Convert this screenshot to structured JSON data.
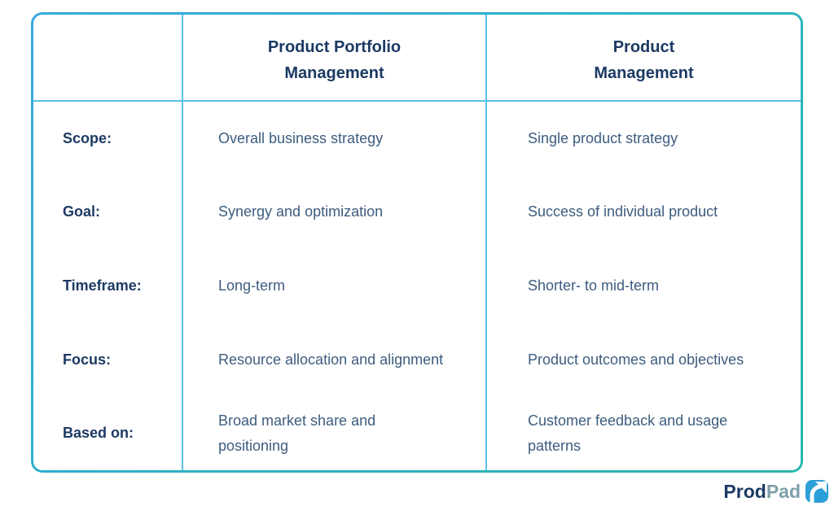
{
  "table": {
    "columns": [
      "",
      "Product Portfolio Management",
      "Product Management"
    ],
    "rows": [
      {
        "label": "Scope:",
        "ppm": "Overall business strategy",
        "pm": "Single product strategy"
      },
      {
        "label": "Goal:",
        "ppm": "Synergy and optimization",
        "pm": "Success of individual product"
      },
      {
        "label": "Timeframe:",
        "ppm": "Long-term",
        "pm": "Shorter- to mid-term"
      },
      {
        "label": "Focus:",
        "ppm": "Resource allocation and alignment",
        "pm": "Product outcomes and objectives"
      },
      {
        "label": "Based on:",
        "ppm": "Broad market share and positioning",
        "pm": "Customer feedback and usage patterns"
      }
    ]
  },
  "brand": {
    "prod": "Prod",
    "pad": "Pad"
  },
  "colors": {
    "heading_navy": "#1c3a63",
    "body_text": "#3d5c7f",
    "grid_line": "#5cc1ea",
    "border_gradient_start": "#38a8df",
    "border_gradient_end": "#28b6ab",
    "logo_pad_gray": "#7fa0aa",
    "logo_icon_blue": "#2d9fd8"
  }
}
